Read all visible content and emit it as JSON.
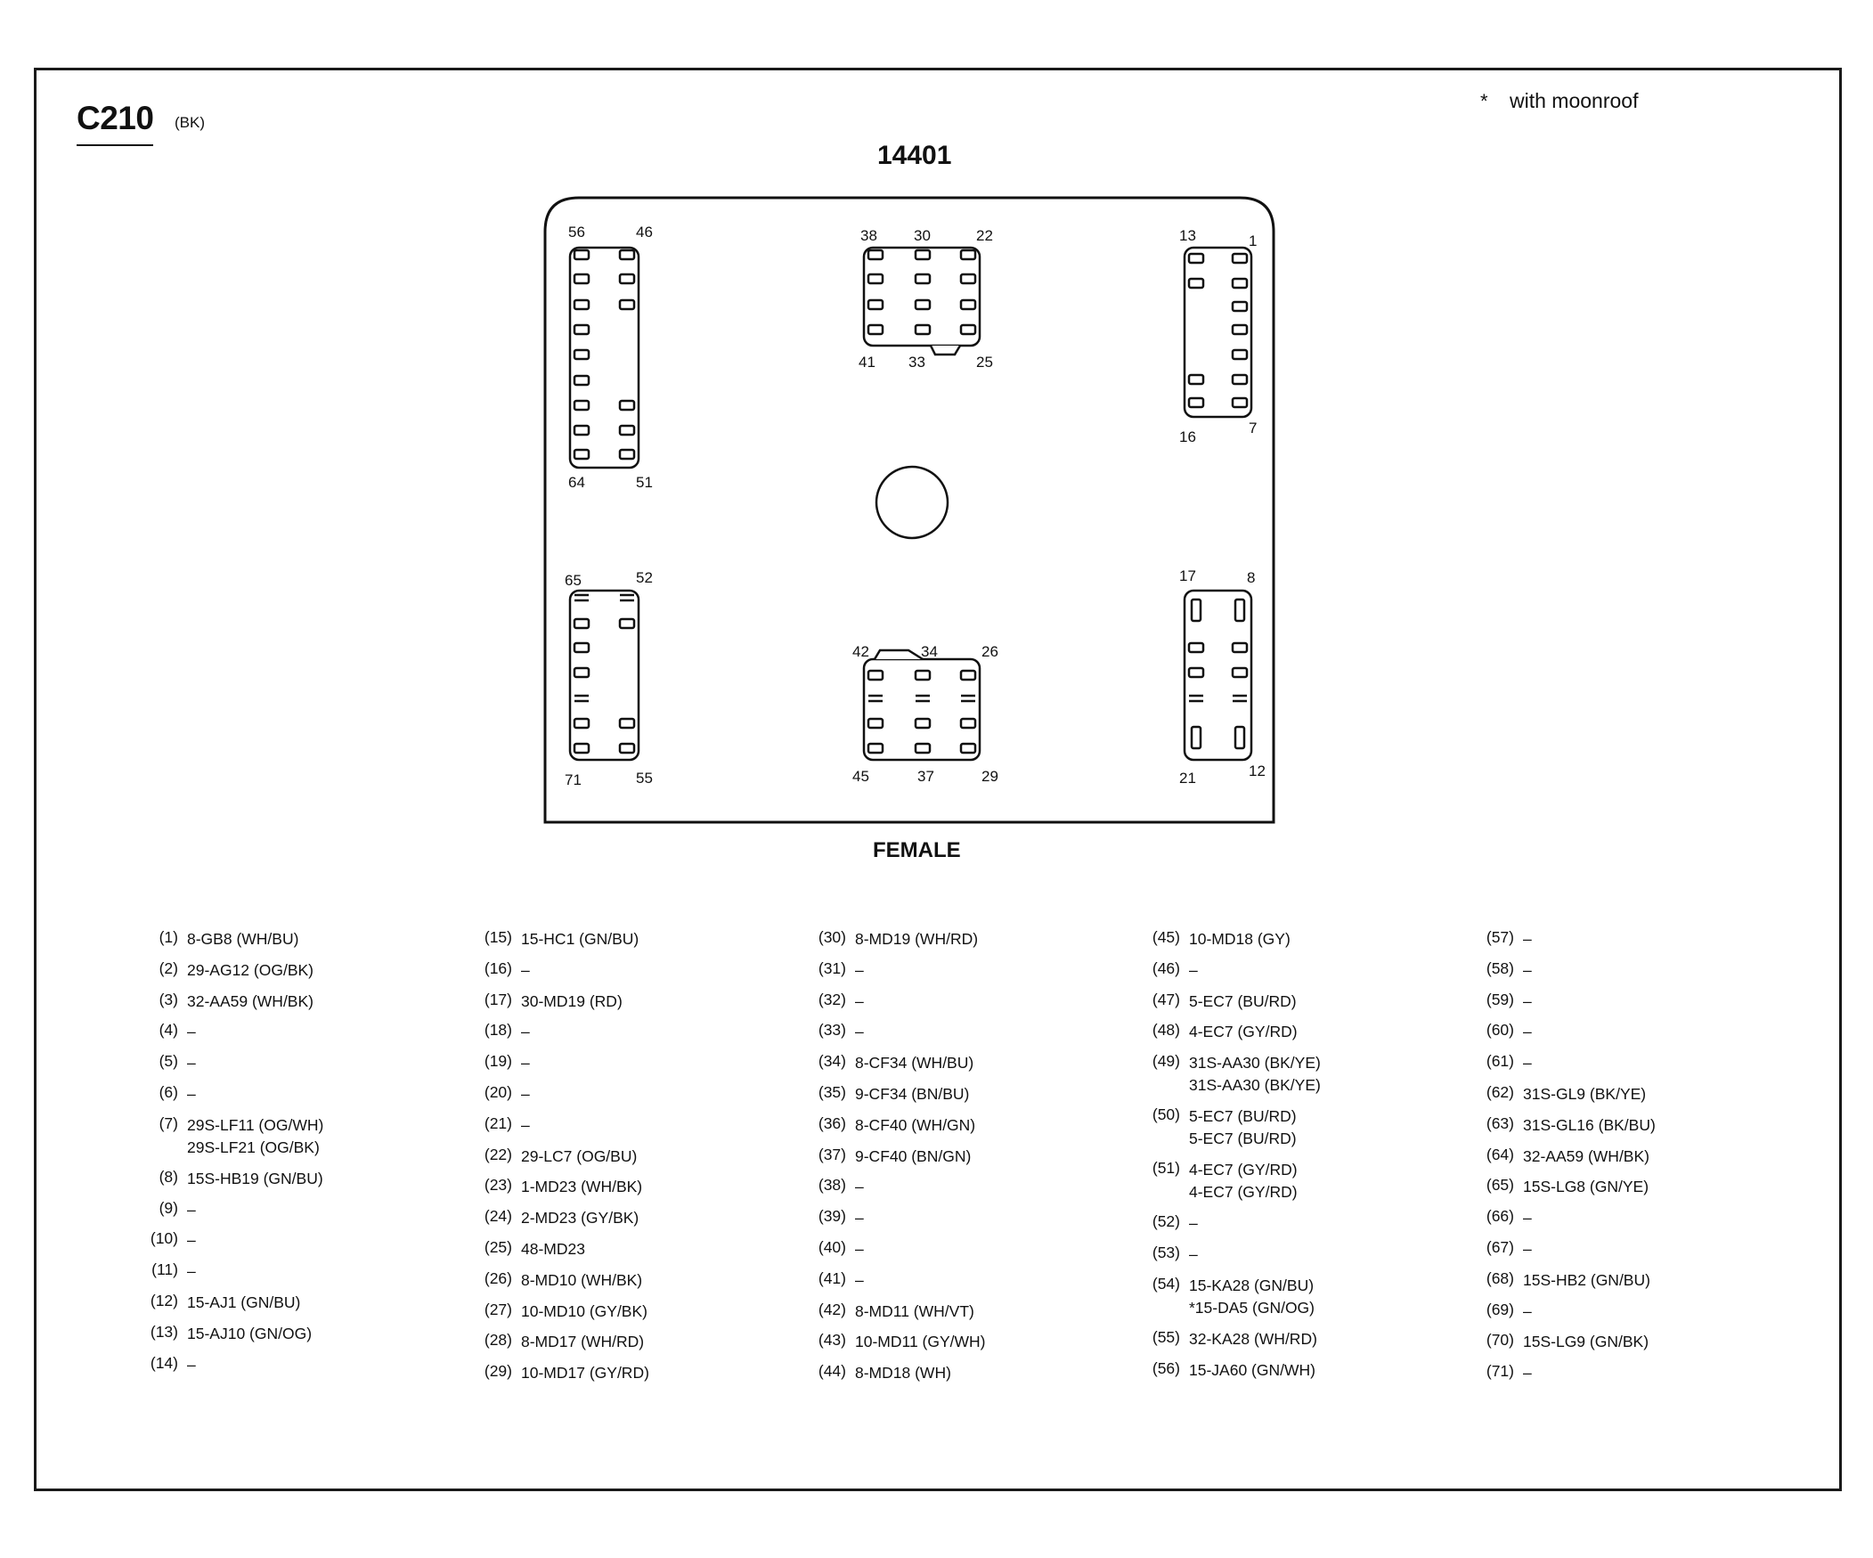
{
  "connector": {
    "id": "C210",
    "color": "(BK)",
    "part_number": "14401",
    "gender": "FEMALE",
    "note_symbol": "*",
    "note_text": "with moonroof"
  },
  "cavity_numbers": {
    "top_left": [
      "56",
      "46",
      "64",
      "51"
    ],
    "top_center": [
      "38",
      "30",
      "22",
      "41",
      "33",
      "25"
    ],
    "top_right": [
      "13",
      "1",
      "16",
      "7"
    ],
    "bottom_left": [
      "65",
      "52",
      "71",
      "55"
    ],
    "bottom_center": [
      "42",
      "34",
      "26",
      "45",
      "37",
      "29"
    ],
    "bottom_right": [
      "17",
      "8",
      "21",
      "12"
    ]
  },
  "pin_columns": [
    [
      {
        "num": "(1)",
        "lines": [
          "8-GB8 (WH/BU)"
        ]
      },
      {
        "num": "(2)",
        "lines": [
          "29-AG12 (OG/BK)"
        ]
      },
      {
        "num": "(3)",
        "lines": [
          "32-AA59 (WH/BK)"
        ]
      },
      {
        "num": "(4)",
        "lines": [
          "–"
        ]
      },
      {
        "num": "(5)",
        "lines": [
          "–"
        ]
      },
      {
        "num": "(6)",
        "lines": [
          "–"
        ]
      },
      {
        "num": "(7)",
        "lines": [
          "29S-LF11 (OG/WH)",
          "29S-LF21 (OG/BK)"
        ]
      },
      {
        "num": "(8)",
        "lines": [
          "15S-HB19 (GN/BU)"
        ]
      },
      {
        "num": "(9)",
        "lines": [
          "–"
        ]
      },
      {
        "num": "(10)",
        "lines": [
          "–"
        ]
      },
      {
        "num": "(11)",
        "lines": [
          "–"
        ]
      },
      {
        "num": "(12)",
        "lines": [
          "15-AJ1 (GN/BU)"
        ]
      },
      {
        "num": "(13)",
        "lines": [
          "15-AJ10 (GN/OG)"
        ]
      },
      {
        "num": "(14)",
        "lines": [
          "–"
        ]
      }
    ],
    [
      {
        "num": "(15)",
        "lines": [
          "15-HC1 (GN/BU)"
        ]
      },
      {
        "num": "(16)",
        "lines": [
          "–"
        ]
      },
      {
        "num": "(17)",
        "lines": [
          "30-MD19 (RD)"
        ]
      },
      {
        "num": "(18)",
        "lines": [
          "–"
        ]
      },
      {
        "num": "(19)",
        "lines": [
          "–"
        ]
      },
      {
        "num": "(20)",
        "lines": [
          "–"
        ]
      },
      {
        "num": "(21)",
        "lines": [
          "–"
        ]
      },
      {
        "num": "(22)",
        "lines": [
          "29-LC7 (OG/BU)"
        ]
      },
      {
        "num": "(23)",
        "lines": [
          "1-MD23 (WH/BK)"
        ]
      },
      {
        "num": "(24)",
        "lines": [
          "2-MD23 (GY/BK)"
        ]
      },
      {
        "num": "(25)",
        "lines": [
          "48-MD23"
        ]
      },
      {
        "num": "(26)",
        "lines": [
          "8-MD10 (WH/BK)"
        ]
      },
      {
        "num": "(27)",
        "lines": [
          "10-MD10 (GY/BK)"
        ]
      },
      {
        "num": "(28)",
        "lines": [
          "8-MD17 (WH/RD)"
        ]
      },
      {
        "num": "(29)",
        "lines": [
          "10-MD17 (GY/RD)"
        ]
      }
    ],
    [
      {
        "num": "(30)",
        "lines": [
          "8-MD19 (WH/RD)"
        ]
      },
      {
        "num": "(31)",
        "lines": [
          "–"
        ]
      },
      {
        "num": "(32)",
        "lines": [
          "–"
        ]
      },
      {
        "num": "(33)",
        "lines": [
          "–"
        ]
      },
      {
        "num": "(34)",
        "lines": [
          "8-CF34 (WH/BU)"
        ]
      },
      {
        "num": "(35)",
        "lines": [
          "9-CF34 (BN/BU)"
        ]
      },
      {
        "num": "(36)",
        "lines": [
          "8-CF40 (WH/GN)"
        ]
      },
      {
        "num": "(37)",
        "lines": [
          "9-CF40 (BN/GN)"
        ]
      },
      {
        "num": "(38)",
        "lines": [
          "–"
        ]
      },
      {
        "num": "(39)",
        "lines": [
          "–"
        ]
      },
      {
        "num": "(40)",
        "lines": [
          "–"
        ]
      },
      {
        "num": "(41)",
        "lines": [
          "–"
        ]
      },
      {
        "num": "(42)",
        "lines": [
          "8-MD11 (WH/VT)"
        ]
      },
      {
        "num": "(43)",
        "lines": [
          "10-MD11 (GY/WH)"
        ]
      },
      {
        "num": "(44)",
        "lines": [
          "8-MD18 (WH)"
        ]
      }
    ],
    [
      {
        "num": "(45)",
        "lines": [
          "10-MD18 (GY)"
        ]
      },
      {
        "num": "(46)",
        "lines": [
          "–"
        ]
      },
      {
        "num": "(47)",
        "lines": [
          "5-EC7 (BU/RD)"
        ]
      },
      {
        "num": "(48)",
        "lines": [
          "4-EC7 (GY/RD)"
        ]
      },
      {
        "num": "(49)",
        "lines": [
          "31S-AA30 (BK/YE)",
          "31S-AA30 (BK/YE)"
        ]
      },
      {
        "num": "(50)",
        "lines": [
          "5-EC7 (BU/RD)",
          "5-EC7 (BU/RD)"
        ]
      },
      {
        "num": "(51)",
        "lines": [
          "4-EC7 (GY/RD)",
          "4-EC7 (GY/RD)"
        ]
      },
      {
        "num": "(52)",
        "lines": [
          "–"
        ]
      },
      {
        "num": "(53)",
        "lines": [
          "–"
        ]
      },
      {
        "num": "(54)",
        "lines": [
          "15-KA28 (GN/BU)",
          "*15-DA5 (GN/OG)"
        ]
      },
      {
        "num": "(55)",
        "lines": [
          "32-KA28 (WH/RD)"
        ]
      },
      {
        "num": "(56)",
        "lines": [
          "15-JA60 (GN/WH)"
        ]
      }
    ],
    [
      {
        "num": "(57)",
        "lines": [
          "–"
        ]
      },
      {
        "num": "(58)",
        "lines": [
          "–"
        ]
      },
      {
        "num": "(59)",
        "lines": [
          "–"
        ]
      },
      {
        "num": "(60)",
        "lines": [
          "–"
        ]
      },
      {
        "num": "(61)",
        "lines": [
          "–"
        ]
      },
      {
        "num": "(62)",
        "lines": [
          "31S-GL9 (BK/YE)"
        ]
      },
      {
        "num": "(63)",
        "lines": [
          "31S-GL16 (BK/BU)"
        ]
      },
      {
        "num": "(64)",
        "lines": [
          "32-AA59 (WH/BK)"
        ]
      },
      {
        "num": "(65)",
        "lines": [
          "15S-LG8 (GN/YE)"
        ]
      },
      {
        "num": "(66)",
        "lines": [
          "–"
        ]
      },
      {
        "num": "(67)",
        "lines": [
          "–"
        ]
      },
      {
        "num": "(68)",
        "lines": [
          "15S-HB2 (GN/BU)"
        ]
      },
      {
        "num": "(69)",
        "lines": [
          "–"
        ]
      },
      {
        "num": "(70)",
        "lines": [
          "15S-LG9 (GN/BK)"
        ]
      },
      {
        "num": "(71)",
        "lines": [
          "–"
        ]
      }
    ]
  ]
}
